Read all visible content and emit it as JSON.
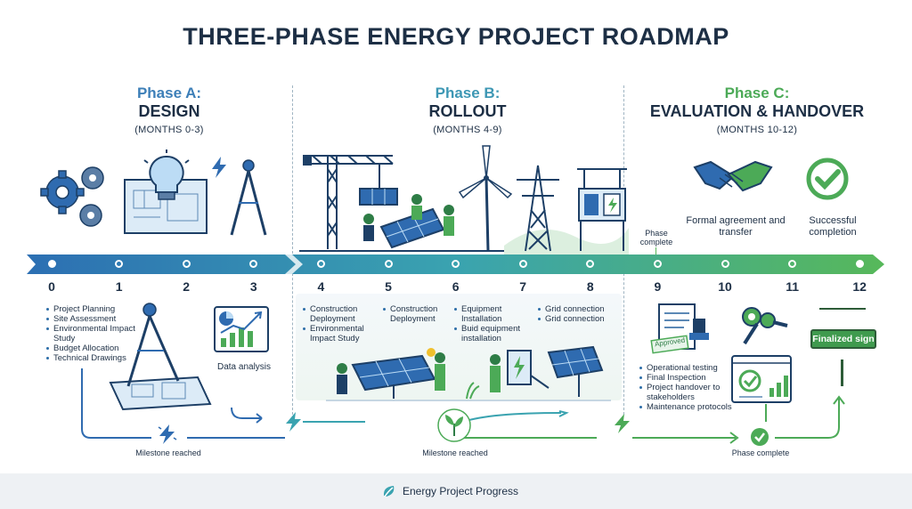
{
  "title": "THREE-PHASE ENERGY PROJECT ROADMAP",
  "phases": [
    {
      "label": "Phase A:",
      "name": "DESIGN",
      "months": "(MONTHS 0-3)",
      "color": "#3d7fb8"
    },
    {
      "label": "Phase B:",
      "name": "ROLLOUT",
      "months": "(MONTHS 4-9)",
      "color": "#3d97b4"
    },
    {
      "label": "Phase C:",
      "name": "EVALUATION & HANDOVER",
      "months": "(MONTHS 10-12)",
      "color": "#4caa57"
    }
  ],
  "timeline": {
    "ticks": [
      "0",
      "1",
      "2",
      "3",
      "4",
      "5",
      "6",
      "7",
      "8",
      "9",
      "10",
      "11",
      "12"
    ],
    "phase_complete_marker": "Phase complete",
    "colors": {
      "start": "#2c6fb3",
      "middle": "#3aa3b0",
      "end": "#57b85a"
    }
  },
  "design": {
    "tasks": [
      "Project Planning",
      "Site Assessment",
      "Environmental Impact Study",
      "Budget Allocation",
      "Technical Drawings"
    ],
    "data_analysis": "Data analysis"
  },
  "rollout": {
    "col1": [
      "Construction Deployment",
      "Environmental Impact Study"
    ],
    "col2": [
      "Construction Deployment"
    ],
    "col3": [
      "Equipment Installation",
      "Buid equipment installation"
    ],
    "col4": [
      "Grid connection",
      "Grid connection"
    ]
  },
  "evaluation": {
    "formal": "Formal agreement and transfer",
    "successful": "Successful completion",
    "tasks": [
      "Operational testing",
      "Final Inspection",
      "Project handover to stakeholders",
      "Maintenance protocols"
    ],
    "approved_stamp": "Approved",
    "sign": "Finalized sign"
  },
  "bottom_flow": {
    "milestone_a": "Milestone reached",
    "milestone_b": "Milestone reached",
    "phase_complete": "Phase complete"
  },
  "footer": {
    "text": "Energy Project Progress"
  }
}
